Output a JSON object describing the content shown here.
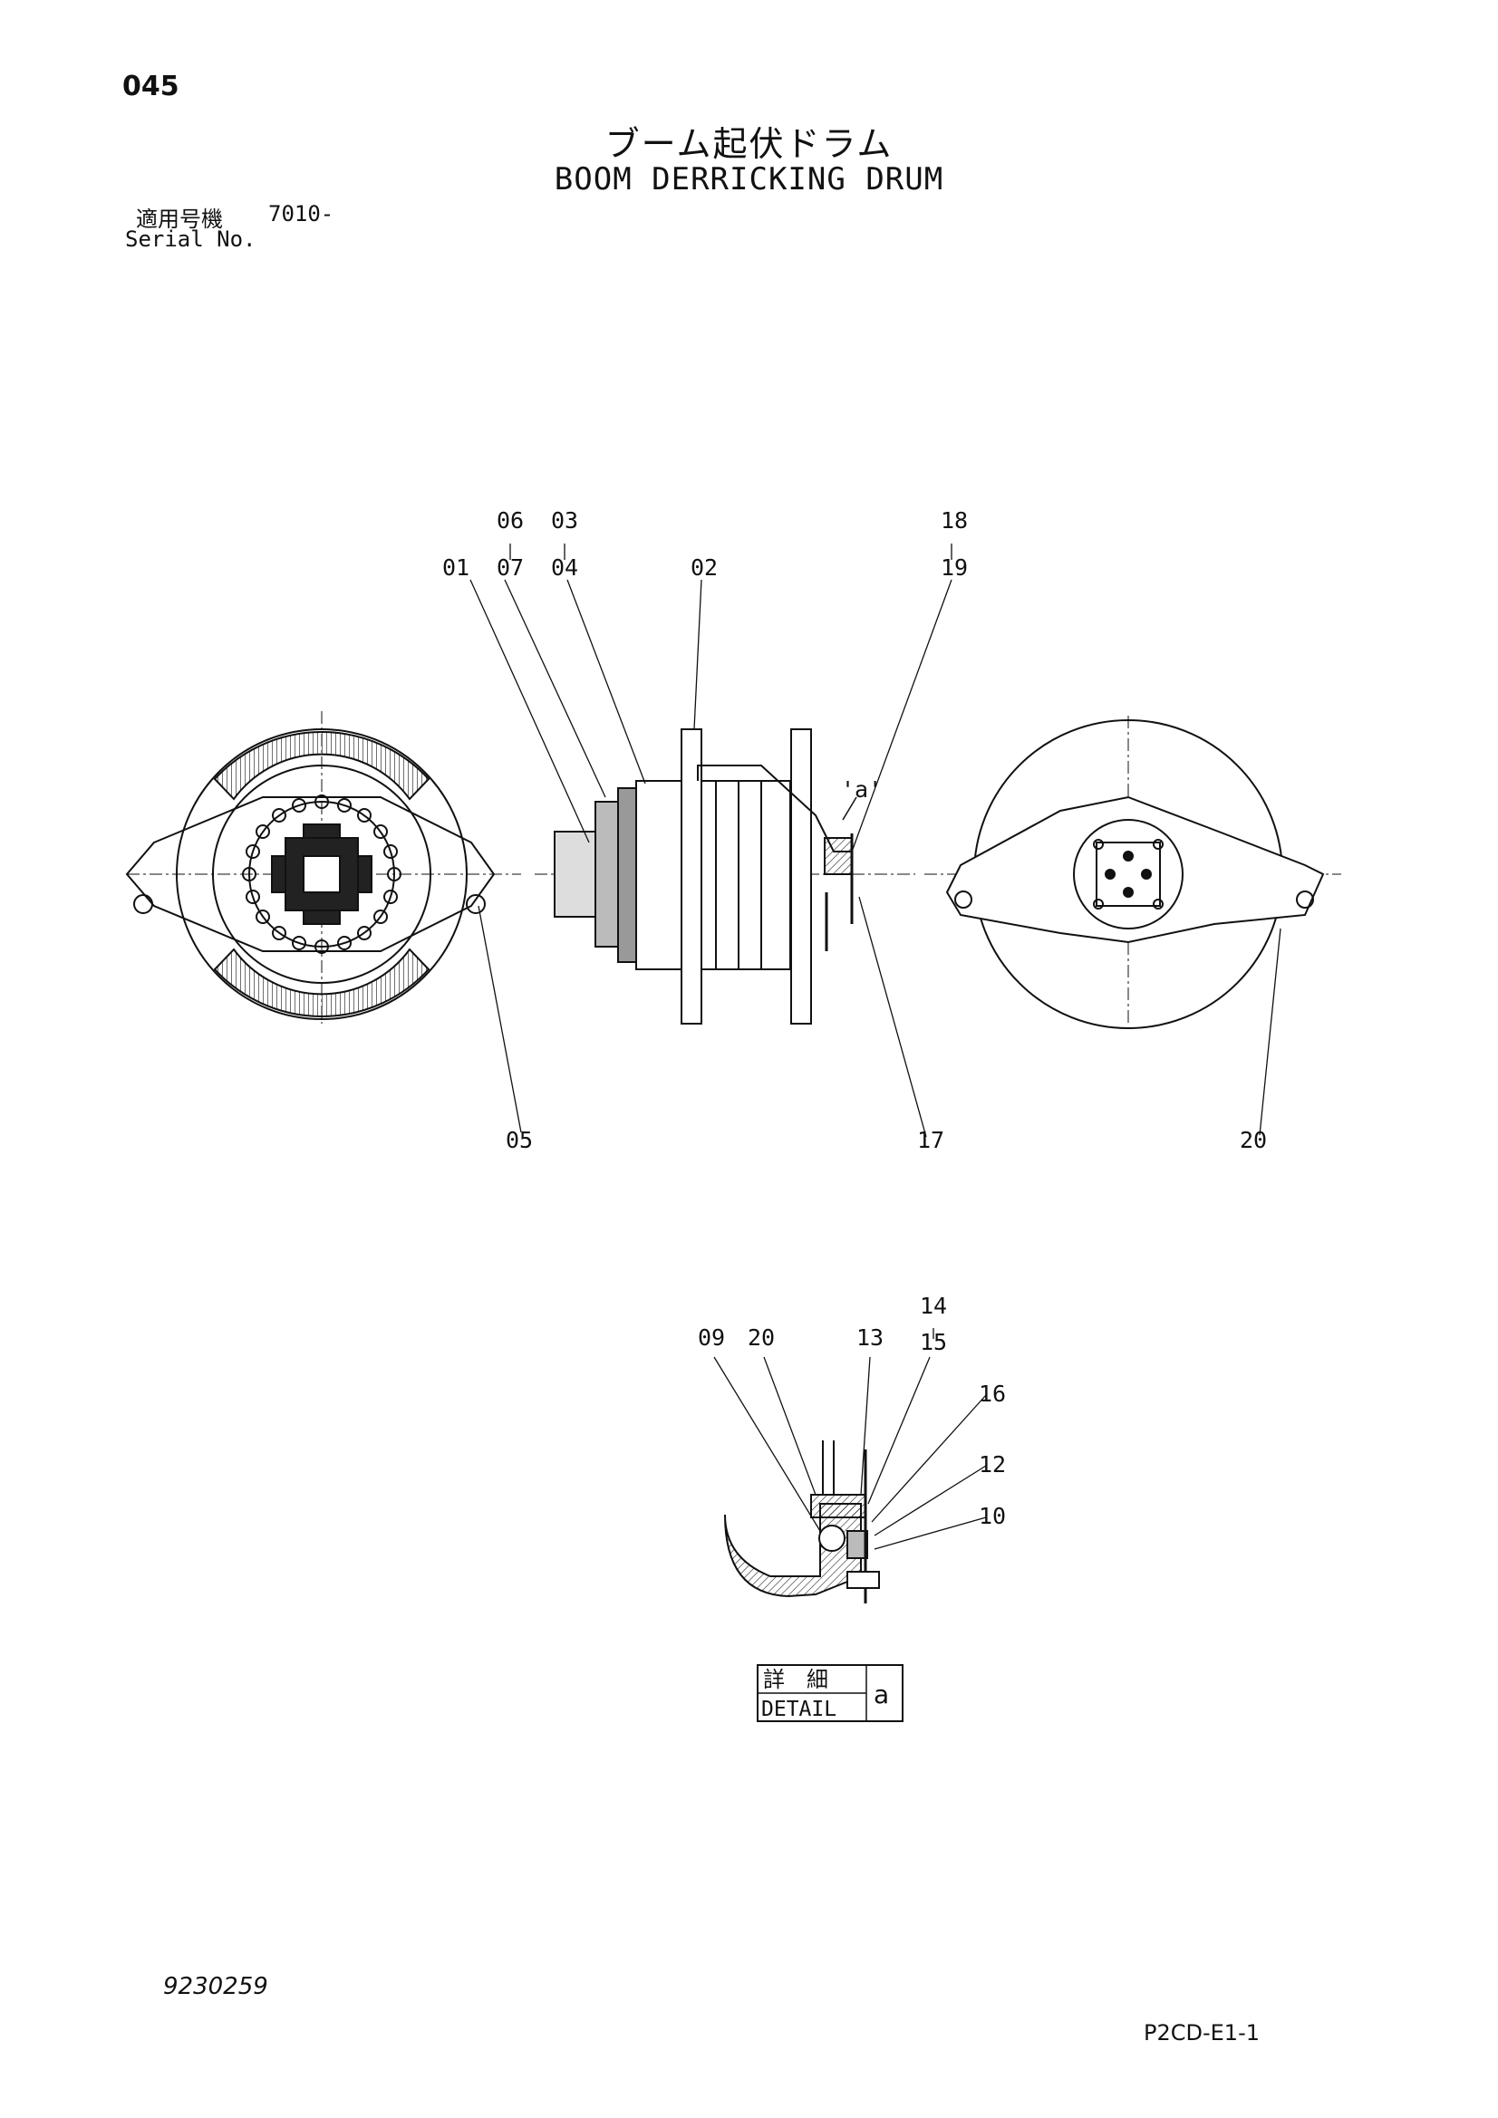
{
  "header": {
    "page_number": "045",
    "title_ja": "ブーム起伏ドラム",
    "title_en": "BOOM DERRICKING DRUM",
    "serial_label_ja": "適用号機",
    "serial_value": "7010-",
    "serial_label_en": "Serial No."
  },
  "callouts": {
    "c01": "01",
    "c02": "02",
    "c03": "03",
    "c04": "04",
    "c05": "05",
    "c06": "06",
    "c07": "07",
    "c09": "09",
    "c10": "10",
    "c12": "12",
    "c13": "13",
    "c14": "14",
    "c15": "15",
    "c16": "16",
    "c17": "17",
    "c18": "18",
    "c19": "19",
    "c20": "20",
    "c20b": "20",
    "view_marker": "'a'"
  },
  "detail_box": {
    "label_ja": "詳　細",
    "label_en": "DETAIL",
    "letter": "a"
  },
  "footer": {
    "drawing_number": "9230259",
    "page_code": "P2CD-E1-1"
  }
}
